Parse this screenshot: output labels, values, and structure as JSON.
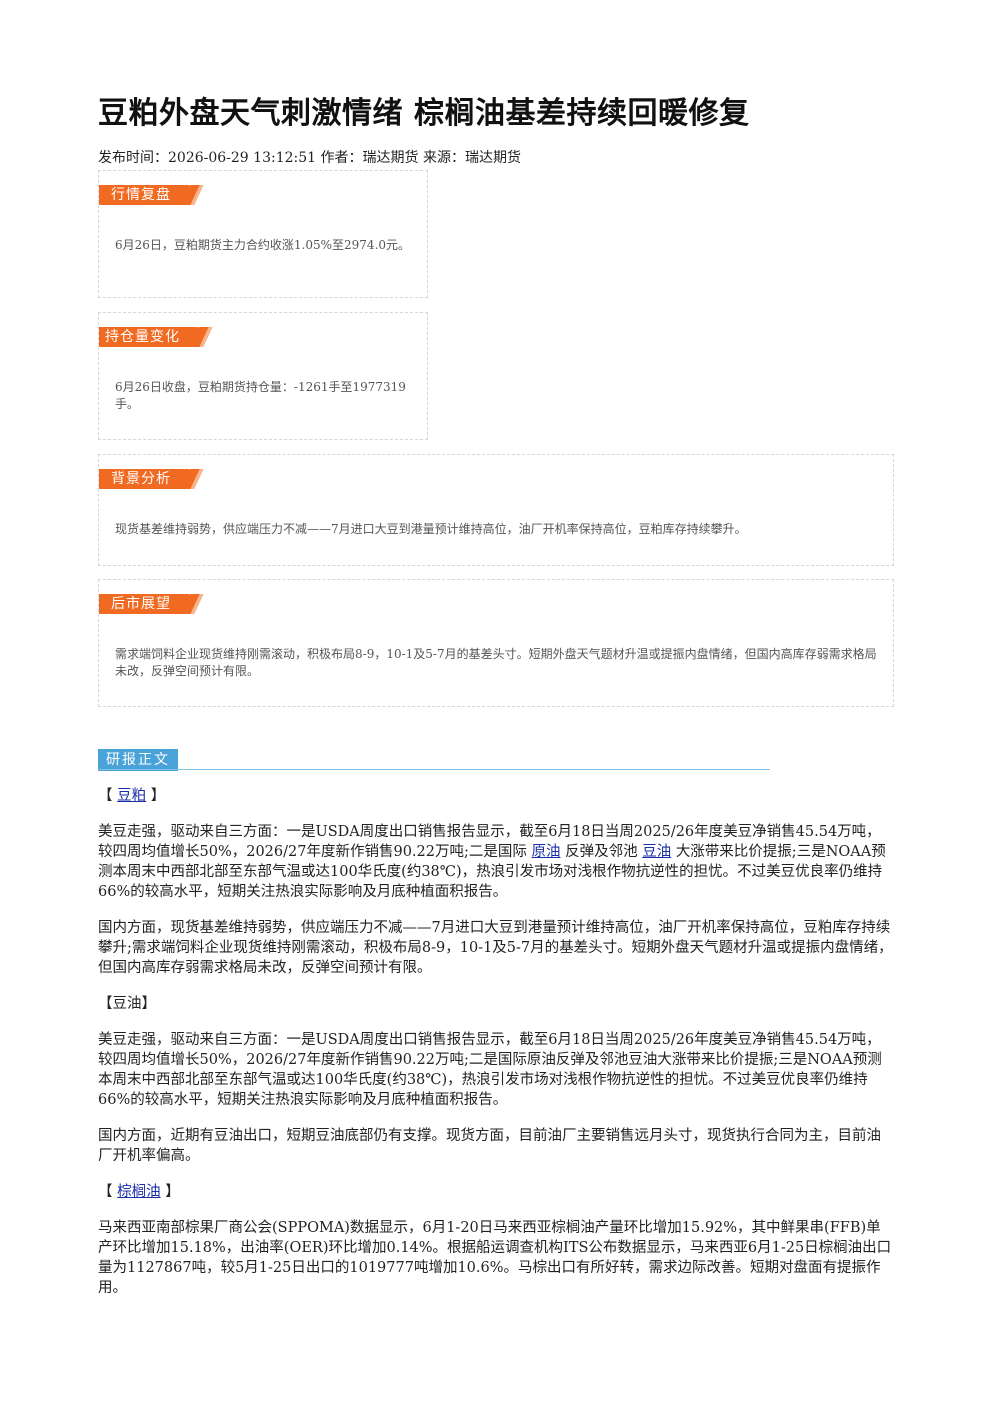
{
  "article": {
    "title": "豆粕外盘天气刺激情绪 棕榈油基差持续回暖修复",
    "meta": "发布时间：2026-06-29 13:12:51 作者：瑞达期货 来源：瑞达期货"
  },
  "cards": {
    "market_review": {
      "label": "行情复盘",
      "text": "6月26日，豆粕期货主力合约收涨1.05%至2974.0元。"
    },
    "position_change": {
      "label": "持仓量变化",
      "text": "6月26日收盘，豆粕期货持仓量：-1261手至1977319手。"
    },
    "background": {
      "label": "背景分析",
      "text": "现货基差维持弱势，供应端压力不减——7月进口大豆到港量预计维持高位，油厂开机率保持高位，豆粕库存持续攀升。"
    },
    "outlook": {
      "label": "后市展望",
      "text": "需求端饲料企业现货维持刚需滚动，积极布局8-9，10-1及5-7月的基差头寸。短期外盘天气题材升温或提振内盘情绪，但国内高库存弱需求格局未改，反弹空间预计有限。"
    }
  },
  "report": {
    "section_label": "研报正文",
    "soymeal": {
      "bracket_open": "【",
      "link": "豆粕",
      "bracket_close": "】",
      "p1_a": "美豆走强，驱动来自三方面：一是USDA周度出口销售报告显示，截至6月18日当周2025/26年度美豆净销售45.54万吨，较四周均值增长50%，2026/27年度新作销售90.22万吨;二是国际",
      "p1_link1": "原油",
      "p1_b": "反弹及邻池",
      "p1_link2": "豆油",
      "p1_c": "大涨带来比价提振;三是NOAA预测本周末中西部北部至东部气温或达100华氏度(约38℃)，热浪引发市场对浅根作物抗逆性的担忧。不过美豆优良率仍维持66%的较高水平，短期关注热浪实际影响及月底种植面积报告。",
      "p2": "国内方面，现货基差维持弱势，供应端压力不减——7月进口大豆到港量预计维持高位，油厂开机率保持高位，豆粕库存持续攀升;需求端饲料企业现货维持刚需滚动，积极布局8-9，10-1及5-7月的基差头寸。短期外盘天气题材升温或提振内盘情绪，但国内高库存弱需求格局未改，反弹空间预计有限。"
    },
    "soyoil": {
      "heading": "【豆油】",
      "p1": "美豆走强，驱动来自三方面：一是USDA周度出口销售报告显示，截至6月18日当周2025/26年度美豆净销售45.54万吨，较四周均值增长50%，2026/27年度新作销售90.22万吨;二是国际原油反弹及邻池豆油大涨带来比价提振;三是NOAA预测本周末中西部北部至东部气温或达100华氏度(约38℃)，热浪引发市场对浅根作物抗逆性的担忧。不过美豆优良率仍维持66%的较高水平，短期关注热浪实际影响及月底种植面积报告。",
      "p2": "国内方面，近期有豆油出口，短期豆油底部仍有支撑。现货方面，目前油厂主要销售远月头寸，现货执行合同为主，目前油厂开机率偏高。"
    },
    "palm": {
      "bracket_open": "【",
      "link": "棕榈油",
      "bracket_close": "】",
      "p1": "马来西亚南部棕果厂商公会(SPPOMA)数据显示，6月1-20日马来西亚棕榈油产量环比增加15.92%，其中鲜果串(FFB)单产环比增加15.18%，出油率(OER)环比增加0.14%。根据船运调查机构ITS公布数据显示，马来西亚6月1-25日棕榈油出口量为1127867吨，较5月1-25日出口的1019777吨增加10.6%。马棕出口有所好转，需求边际改善。短期对盘面有提振作用。"
    }
  },
  "colors": {
    "tag_orange": "#f06a21",
    "section_blue": "#4aa3d8",
    "link": "#1a2ea8"
  }
}
